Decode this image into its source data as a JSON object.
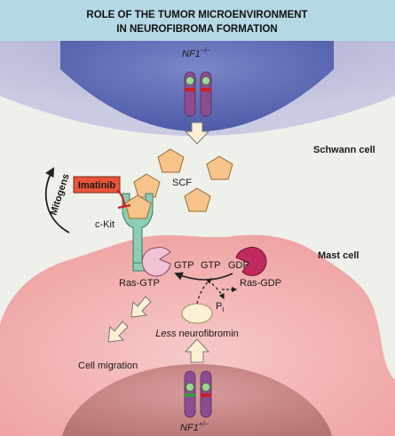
{
  "title": {
    "line1": "ROLE OF THE TUMOR MICROENVIRONMENT",
    "line2": "IN NEUROFIBROMA FORMATION"
  },
  "schwann": {
    "genotype_gene": "NF1",
    "genotype_sup": "−/−",
    "label": "Schwann cell"
  },
  "ligand_label": "SCF",
  "receptor_label": "c-Kit",
  "drug": {
    "label": "Imatinib",
    "color": "#e8543a"
  },
  "mitogens_label": "Mitogens",
  "mast": {
    "label": "Mast cell",
    "genotype_gene": "NF1",
    "genotype_sup": "+/−"
  },
  "ras_gtp_label": "Ras-GTP",
  "ras_gdp_label": "Ras-GDP",
  "gtp1": "GTP",
  "gtp2": "GTP",
  "gdp": "GDP",
  "pi_main": "P",
  "pi_sub": "i",
  "neurofibromin": {
    "italic": "Less",
    "rest": " neurofibromin"
  },
  "cell_migration_label": "Cell migration",
  "colors": {
    "title_band": "#b5d9e4",
    "background": "#eef0ea",
    "schwann_cytoplasm": "#b7b9d8",
    "schwann_nucleus": "#5d6ab3",
    "mast_cytoplasm": "#f2b6b6",
    "mast_nucleus": "#c98888",
    "scf": "#f6c48b",
    "receptor": "#8ecdb5",
    "ras_gtp_protein": "#f1c1d4",
    "ras_gdp_protein": "#c02a5e",
    "chromosome": "#8b4d8f"
  }
}
